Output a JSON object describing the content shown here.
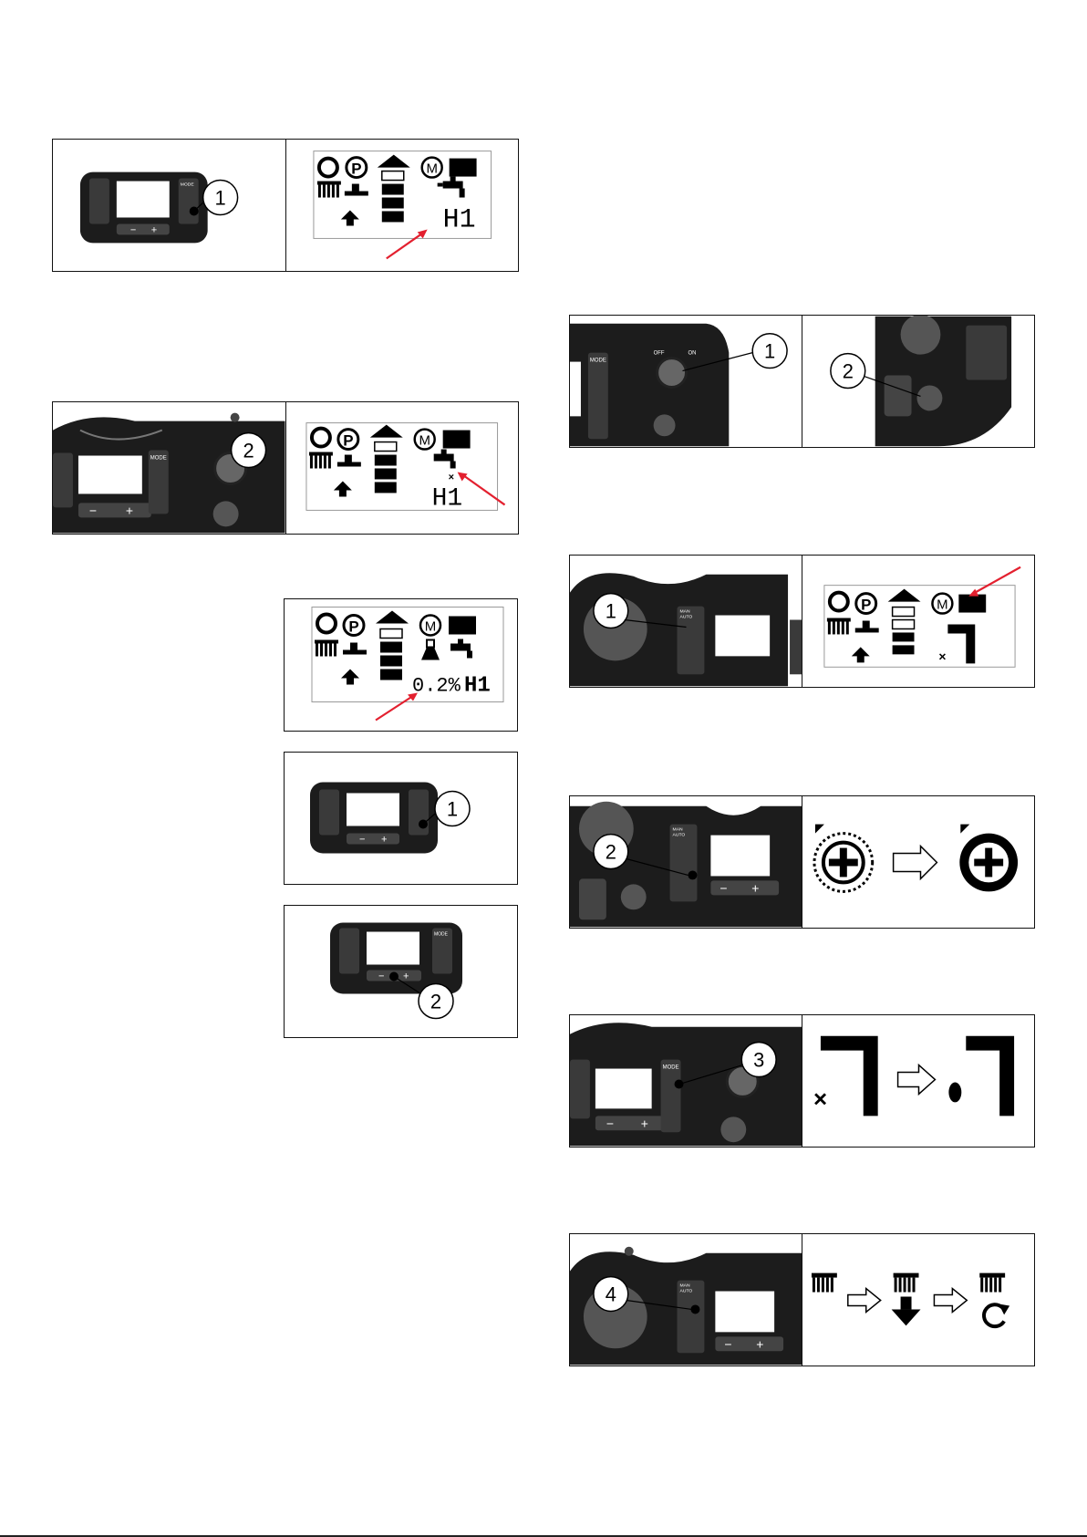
{
  "callouts": {
    "one": "1",
    "two": "2",
    "three": "3",
    "four": "4"
  },
  "panel": {
    "mode": "MODE",
    "man": "MAN",
    "auto": "AUTO",
    "off": "OFF",
    "on": "ON",
    "minus": "−",
    "plus": "+"
  },
  "lcd": {
    "program": "P",
    "motor": "M",
    "hour_code": "H1",
    "detergent_percent": "0.2%"
  },
  "colors": {
    "arrow": "#e3202f",
    "panel": "#1c1c1c",
    "button": "#3a3a3a"
  }
}
